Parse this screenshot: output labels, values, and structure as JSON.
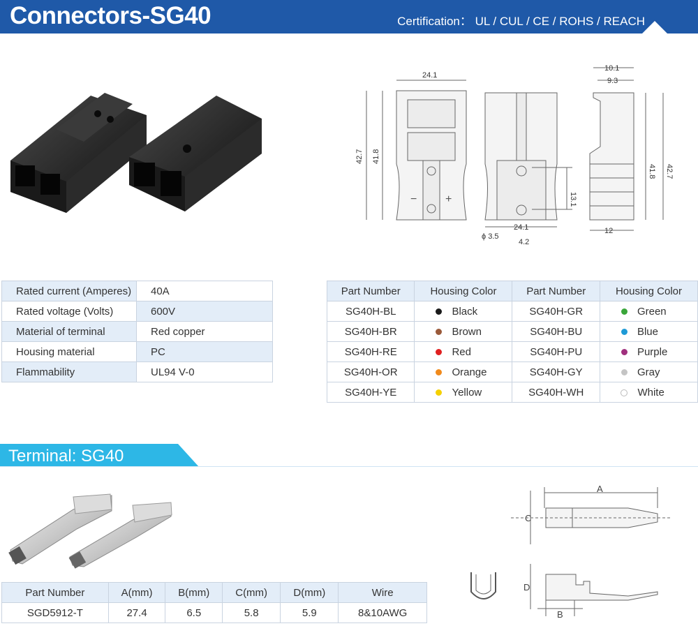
{
  "header": {
    "title": "Connectors-SG40",
    "certification": "Certification： UL / CUL / CE / ROHS / REACH"
  },
  "dimensions": {
    "front_width": "24.1",
    "front_height_outer": "42.7",
    "front_height_inner": "41.8",
    "minus": "−",
    "plus": "+",
    "back_hole_span": "13.1",
    "back_width": "24.1",
    "hole_diameter": "ϕ 3.5",
    "back_offset": "4.2",
    "side_top_outer": "10.1",
    "side_top_inner": "9.3",
    "side_height_inner": "41.8",
    "side_height_outer": "42.7",
    "side_bottom": "12"
  },
  "specs": [
    {
      "label": "Rated current (Amperes)",
      "value": "40A"
    },
    {
      "label": "Rated voltage (Volts)",
      "value": "600V"
    },
    {
      "label": "Material of terminal",
      "value": "Red copper"
    },
    {
      "label": "Housing material",
      "value": "PC"
    },
    {
      "label": "Flammability",
      "value": "UL94 V-0"
    }
  ],
  "color_table": {
    "headers": [
      "Part Number",
      "Housing Color",
      "Part Number",
      "Housing Color"
    ],
    "rows": [
      {
        "pn1": "SG40H-BL",
        "c1": "Black",
        "col1": "#1a1a1a",
        "pn2": "SG40H-GR",
        "c2": "Green",
        "col2": "#3aa63a"
      },
      {
        "pn1": "SG40H-BR",
        "c1": "Brown",
        "col1": "#9a5a3a",
        "pn2": "SG40H-BU",
        "c2": "Blue",
        "col2": "#1e9ad6"
      },
      {
        "pn1": "SG40H-RE",
        "c1": "Red",
        "col1": "#e02020",
        "pn2": "SG40H-PU",
        "c2": "Purple",
        "col2": "#a0307e"
      },
      {
        "pn1": "SG40H-OR",
        "c1": "Orange",
        "col1": "#f08a1c",
        "pn2": "SG40H-GY",
        "c2": "Gray",
        "col2": "#c4c4c4"
      },
      {
        "pn1": "SG40H-YE",
        "c1": "Yellow",
        "col1": "#f5d000",
        "pn2": "SG40H-WH",
        "c2": "White",
        "col2": "#ffffff"
      }
    ]
  },
  "terminal": {
    "title": "Terminal: SG40",
    "headers": [
      "Part Number",
      "A(mm)",
      "B(mm)",
      "C(mm)",
      "D(mm)",
      "Wire"
    ],
    "row": [
      "SGD5912-T",
      "27.4",
      "6.5",
      "5.8",
      "5.9",
      "8&10AWG"
    ],
    "labels": {
      "a": "A",
      "b": "B",
      "c": "C",
      "d": "D"
    }
  }
}
